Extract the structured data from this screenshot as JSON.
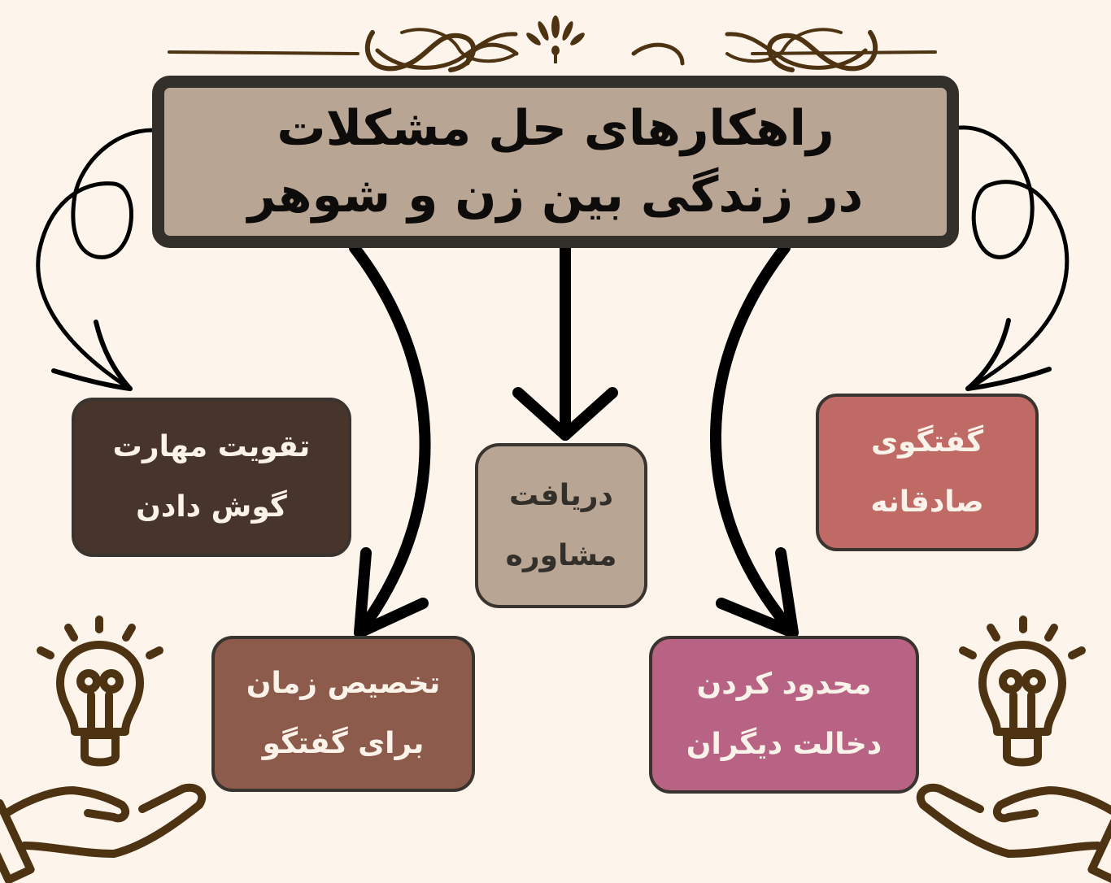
{
  "title": {
    "line1": "راهکارهای حل مشکلات",
    "line2": "در زندگی بین زن و شوهر"
  },
  "nodes": [
    {
      "id": "listening",
      "line1": "تقویت مهارت",
      "line2": "گوش دادن",
      "fill": "#47342a",
      "text_color": "#fbf3ea"
    },
    {
      "id": "counseling",
      "line1": "دریافت",
      "line2": "مشاوره",
      "fill": "#b9a593",
      "text_color": "#33302b"
    },
    {
      "id": "honest-talk",
      "line1": "گفتگوی",
      "line2": "صادقانه",
      "fill": "#c06a66",
      "text_color": "#fbf3ea"
    },
    {
      "id": "time-for-talk",
      "line1": "تخصیص زمان",
      "line2": "برای گفتگو",
      "fill": "#8d5b4c",
      "text_color": "#fbf3ea"
    },
    {
      "id": "limit-interference",
      "line1": "محدود کردن",
      "line2": "دخالت دیگران",
      "fill": "#b86383",
      "text_color": "#fbf3ea"
    }
  ],
  "icons": {
    "ornament": "flourish-divider-icon",
    "left_decoration": "lightbulb-in-hand-icon",
    "right_decoration": "lightbulb-in-hand-icon"
  },
  "colors": {
    "background": "#fdf5ec",
    "title_fill": "#b9a593",
    "title_border": "#33302b",
    "ornament": "#4d3312",
    "arrows": "#000000"
  }
}
